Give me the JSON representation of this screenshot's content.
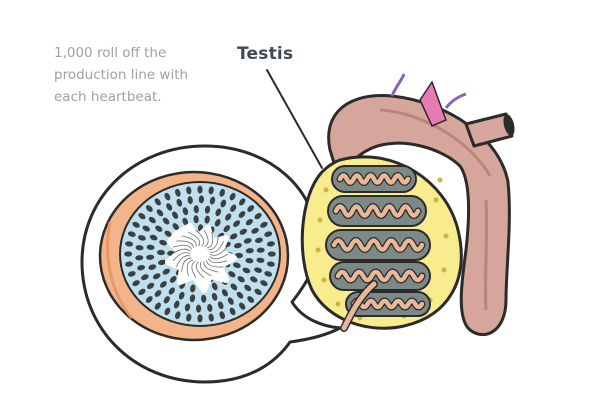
{
  "caption": {
    "lines": [
      "1,000 roll off the",
      "production line with",
      "each heartbeat."
    ]
  },
  "labels": {
    "testis": "Testis"
  },
  "colors": {
    "outline": "#2b2b2b",
    "caption_text": "#9aa3a9",
    "label_text": "#3f4a55",
    "tubule_lumen_blue": "#bfe0ec",
    "tubule_wall_orange": "#f4b48a",
    "testis_yellow": "#f9ec8e",
    "lobule_gray": "#7c8a87",
    "seminiferous_pink": "#eab899",
    "epididymis_mauve": "#d6a59c",
    "vessel_pink": "#e87ab4",
    "vessel_purple": "#8a63b8"
  }
}
